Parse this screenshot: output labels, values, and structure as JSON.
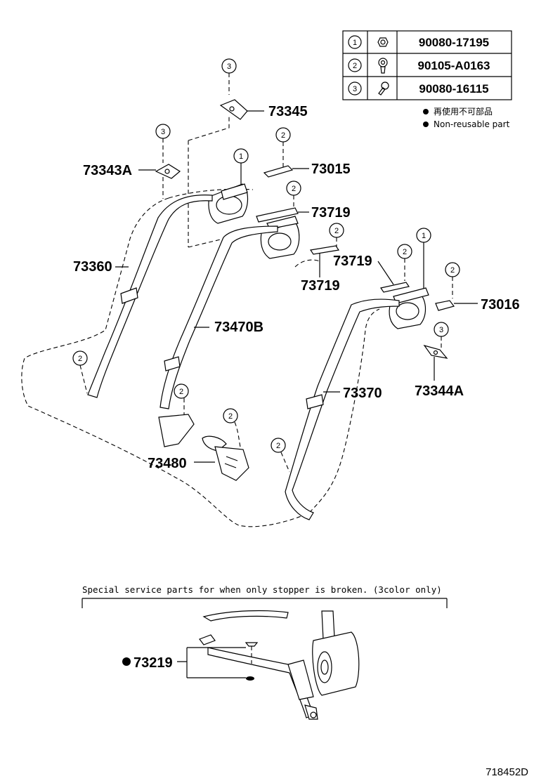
{
  "table": {
    "rows": [
      {
        "ref": "1",
        "icon": "nut-icon",
        "part": "90080-17195"
      },
      {
        "ref": "2",
        "icon": "bolt-icon",
        "part": "90105-A0163"
      },
      {
        "ref": "3",
        "icon": "bolt-icon",
        "part": "90080-16115"
      }
    ]
  },
  "legend": {
    "jp": "再使用不可部品",
    "en": "Non-reusable part"
  },
  "parts": {
    "p73345": "73345",
    "p73343a": "73343A",
    "p73015": "73015",
    "p73719_a": "73719",
    "p73719_b": "73719",
    "p73719_c": "73719",
    "p73360": "73360",
    "p73470b": "73470B",
    "p73016": "73016",
    "p73370": "73370",
    "p73344a": "73344A",
    "p73480": "73480",
    "p73219": "73219"
  },
  "callouts": {
    "one": "1",
    "two": "2",
    "three": "3"
  },
  "special_note": "Special service parts for when only stopper is broken. (3color only)",
  "figure_id": "718452D"
}
